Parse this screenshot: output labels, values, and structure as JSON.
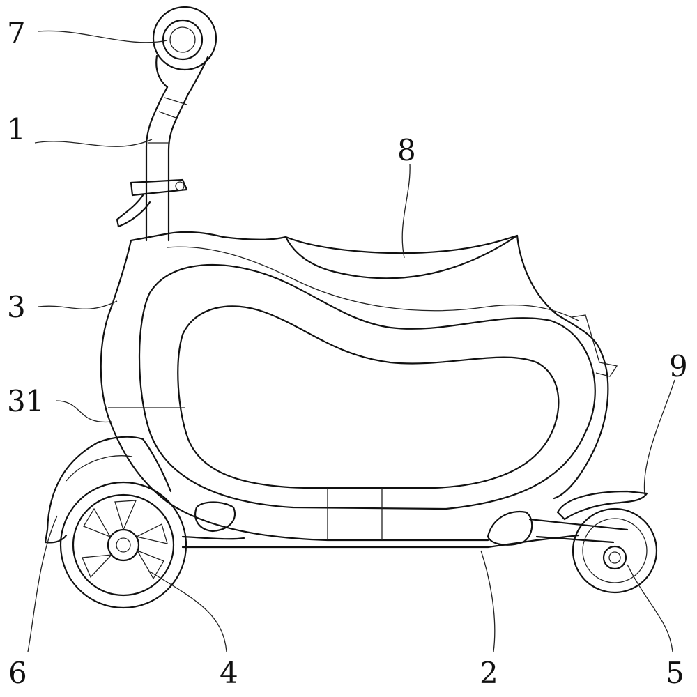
{
  "figure": {
    "labels": {
      "handlebar_knob": "7",
      "stem": "1",
      "seat": "8",
      "body": "3",
      "body_panel": "31",
      "rear_fender": "9",
      "front_fender": "6",
      "front_wheel": "4",
      "deck": "2",
      "rear_wheel": "5"
    }
  }
}
